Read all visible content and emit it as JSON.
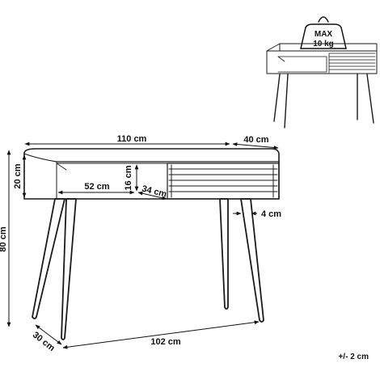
{
  "labels": {
    "width_top": "110 cm",
    "depth_top": "40 cm",
    "height_top": "20 cm",
    "height_total": "80 cm",
    "inner_width": "52 cm",
    "inner_height": "16 cm",
    "inner_depth": "34 cm",
    "leg_offset": "4 cm",
    "leg_depth": "30 cm",
    "leg_span": "102 cm",
    "tolerance": "+/- 2 cm"
  },
  "weight_badge": {
    "line1": "MAX",
    "line2": "10 kg"
  }
}
